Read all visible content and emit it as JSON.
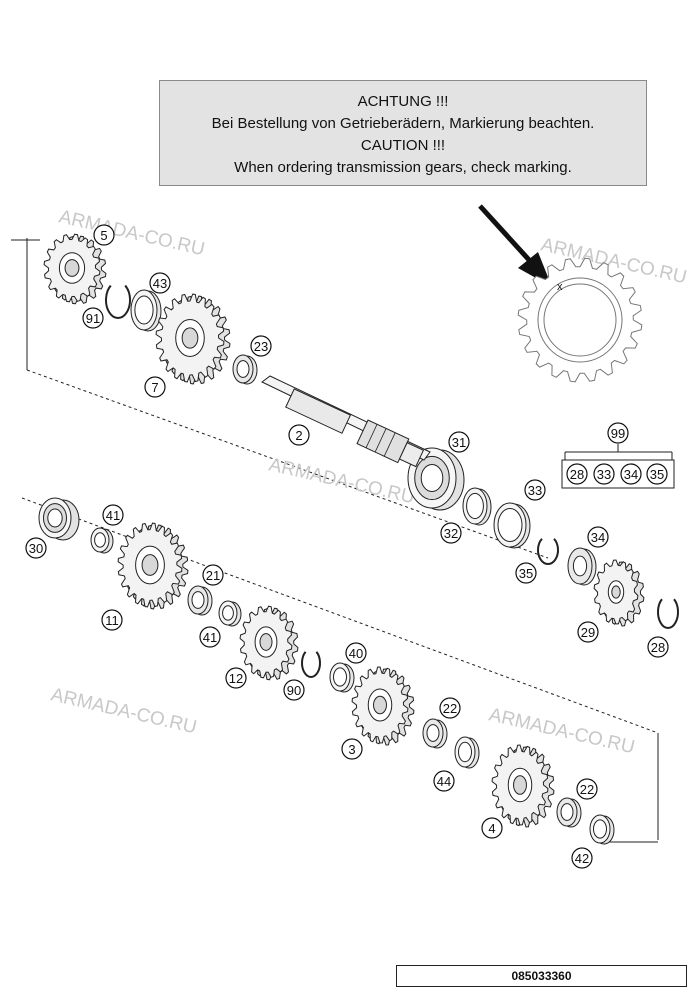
{
  "notice": {
    "lines": [
      "ACHTUNG !!!",
      "Bei Bestellung von Getrieberädern, Markierung beachten.",
      "CAUTION !!!",
      "When ordering transmission gears, check marking."
    ]
  },
  "part_number": "085033360",
  "watermark": "ARMADA-CO.RU",
  "callouts": [
    "5",
    "43",
    "91",
    "7",
    "23",
    "2",
    "31",
    "99",
    "28",
    "33",
    "34",
    "35",
    "32",
    "33",
    "35",
    "34",
    "29",
    "28",
    "30",
    "41",
    "11",
    "21",
    "41",
    "12",
    "90",
    "40",
    "3",
    "22",
    "44",
    "4",
    "22",
    "42"
  ],
  "kit_99_items": [
    "28",
    "33",
    "34",
    "35"
  ]
}
